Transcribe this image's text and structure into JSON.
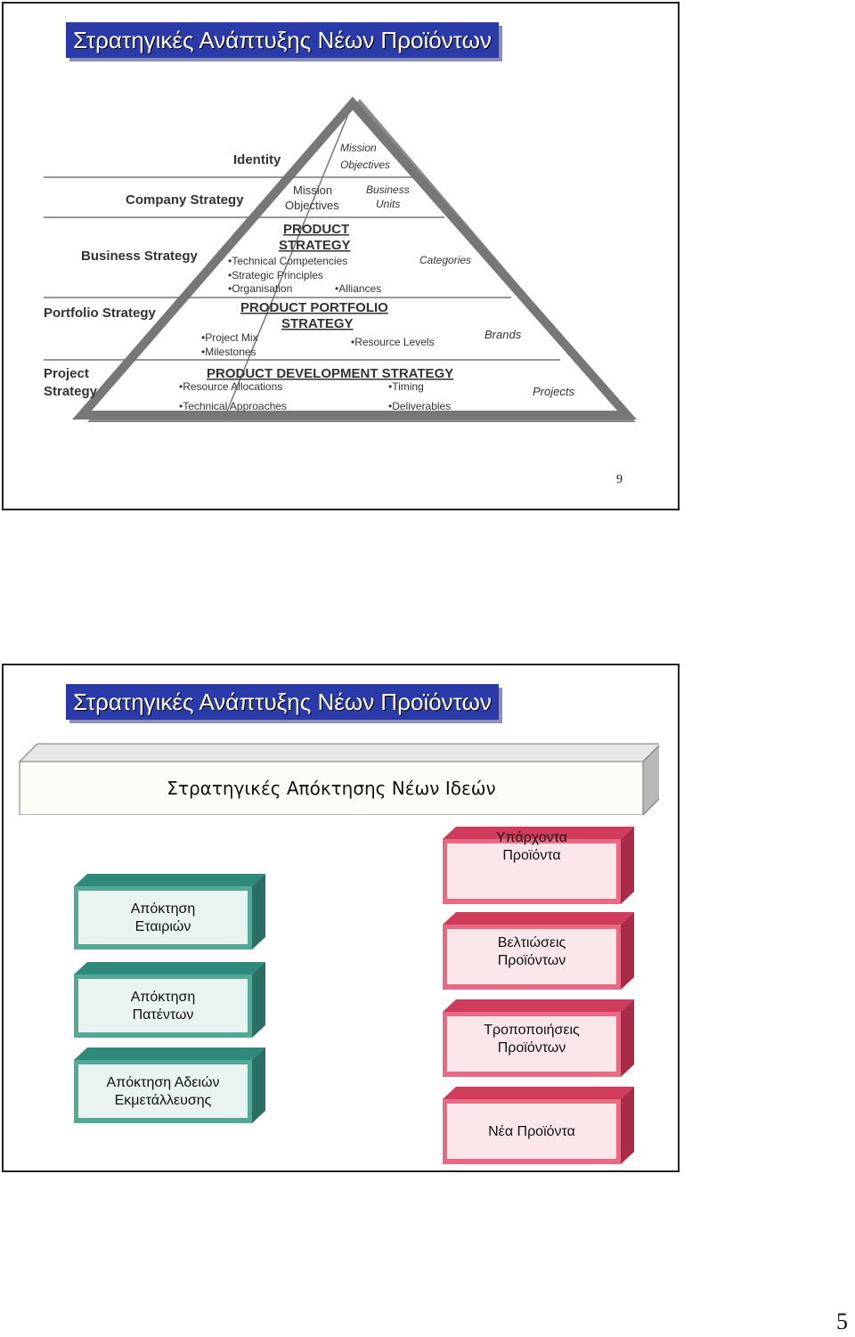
{
  "slide1": {
    "title": "Στρατηγικές Ανάπτυξης Νέων Προϊόντων",
    "page_number": "9",
    "pyramid": {
      "left_levels": [
        "Identity",
        "Company Strategy",
        "Business Strategy",
        "Portfolio Strategy",
        "Project",
        "Strategy"
      ],
      "identity_items": [
        "Mission",
        "Objectives"
      ],
      "company_items": [
        "Mission",
        "Objectives"
      ],
      "business_units": [
        "Business",
        "Units"
      ],
      "product_strategy_title": [
        "PRODUCT",
        "STRATEGY"
      ],
      "product_strategy_items": [
        "•Technical Competencies",
        "•Strategic Principles",
        "•Organisation",
        "•Alliances"
      ],
      "portfolio_title": [
        "PRODUCT PORTFOLIO",
        "STRATEGY"
      ],
      "portfolio_items": [
        "•Project Mix",
        "•Milestones",
        "•Resource  Levels"
      ],
      "development_title": "PRODUCT DEVELOPMENT STRATEGY",
      "development_items": [
        "•Resource Allocations",
        "•Technical Approaches",
        "•Timing",
        "•Deliverables"
      ],
      "right_labels": [
        "Categories",
        "Brands",
        "Projects"
      ]
    }
  },
  "slide2": {
    "title": "Στρατηγικές Ανάπτυξης Νέων Προϊόντων",
    "banner": "Στρατηγικές Απόκτησης Νέων Ιδεών",
    "left_boxes": [
      [
        "Απόκτηση",
        "Εταιριών"
      ],
      [
        "Απόκτηση",
        "Πατέντων"
      ],
      [
        "Απόκτηση Αδειών",
        "Εκμετάλλευσης"
      ]
    ],
    "right_boxes": [
      [
        "Υπάρχοντα",
        "Προϊόντα"
      ],
      [
        "Βελτιώσεις",
        "Προϊόντων"
      ],
      [
        "Τροποποιήσεις",
        "Προϊόντων"
      ],
      [
        "Νέα Προϊόντα"
      ]
    ]
  },
  "corner_page": "5",
  "colors": {
    "title_bg": "#2a3aa8",
    "teal": "#2f9a8a",
    "pink": "#e24a6a"
  }
}
